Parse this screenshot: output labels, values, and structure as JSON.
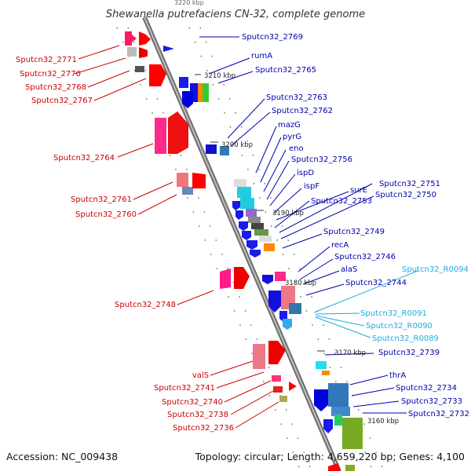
{
  "title": "Shewanella putrefaciens CN-32, complete genome",
  "top_cut_label": "3220 kbp",
  "accession": "Accession: NC_009438",
  "topology_info": "Topology: circular; Length: 4,659,220 bp; Genes: 4,100",
  "colors": {
    "forward_label": "#cc0000",
    "reverse_label": "#0000aa",
    "rna_label": "#22aadd",
    "axis": "#888888",
    "tick": "#228822"
  },
  "scale_labels": [
    "3210 kbp",
    "3200 kbp",
    "3190 kbp",
    "3180 kbp",
    "3170 kbp",
    "3160 kbp"
  ],
  "left_labels": [
    "Sputcn32_2771",
    "Sputcn32_2770",
    "Sputcn32_2768",
    "Sputcn32_2767",
    "Sputcn32_2764",
    "Sputcn32_2761",
    "Sputcn32_2760",
    "Sputcn32_2748",
    "valS",
    "Sputcn32_2741",
    "Sputcn32_2740",
    "Sputcn32_2738",
    "Sputcn32_2736"
  ],
  "right_labels": [
    "Sputcn32_2769",
    "rumA",
    "Sputcn32_2765",
    "Sputcn32_2763",
    "Sputcn32_2762",
    "mazG",
    "pyrG",
    "eno",
    "Sputcn32_2756",
    "ispD",
    "ispF",
    "surE",
    "Sputcn32_2751",
    "Sputcn32_2750",
    "Sputcn32_2753",
    "Sputcn32_2749",
    "recA",
    "Sputcn32_2746",
    "alaS",
    "Sputcn32_2744",
    "Sputcn32_2739",
    "thrA",
    "Sputcn32_2734",
    "Sputcn32_2733",
    "Sputcn32_2732"
  ],
  "rna_labels": [
    "Sputcn32_R0094",
    "Sputcn32_R0091",
    "Sputcn32_R0090",
    "Sputcn32_R0089"
  ]
}
